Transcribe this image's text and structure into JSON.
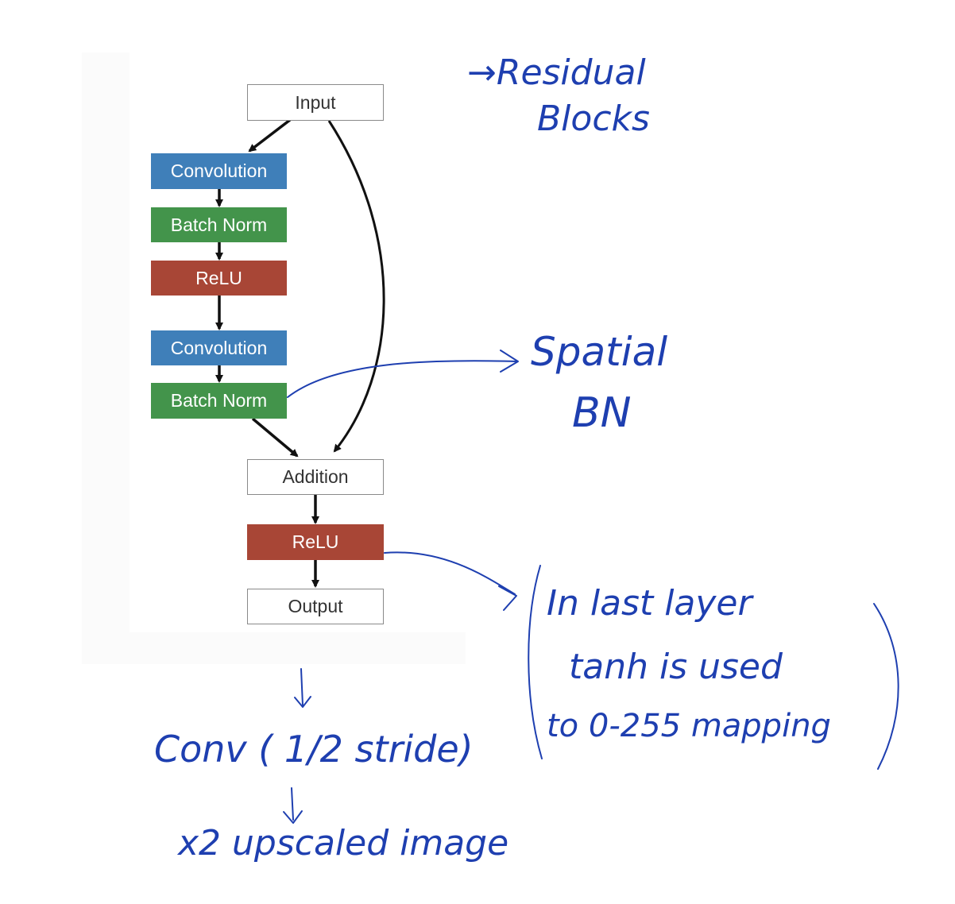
{
  "nodes": {
    "input": "Input",
    "conv1": "Convolution",
    "bn1": "Batch Norm",
    "relu1": "ReLU",
    "conv2": "Convolution",
    "bn2": "Batch Norm",
    "addition": "Addition",
    "relu2": "ReLU",
    "output": "Output"
  },
  "colors": {
    "convolution": "#3f7fb9",
    "batch_norm": "#43944b",
    "relu": "#a84636",
    "ink": "#1e3fb0"
  },
  "annotations": {
    "residual_line1": "→Residual",
    "residual_line2": "Blocks",
    "spatial_line1": "Spatial",
    "spatial_line2": "BN",
    "last_layer_line1": "In last layer",
    "last_layer_line2": "tanh is used",
    "last_layer_line3": "to 0-255 mapping",
    "conv_note": "Conv ( 1/2 stride)",
    "upscaled_note": "x2 upscaled image"
  }
}
